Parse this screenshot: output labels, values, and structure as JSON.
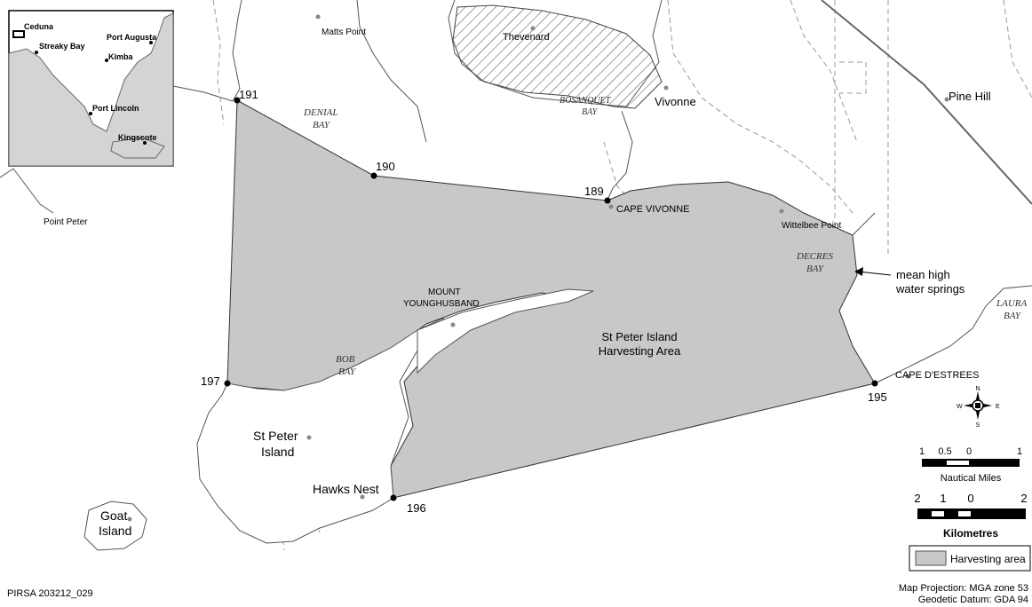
{
  "places": {
    "matts_point": "Matts Point",
    "thevenard": "Thevenard",
    "vivonne": "Vivonne",
    "pine_hill": "Pine Hill",
    "point_peter": "Point Peter",
    "cape_vivonne": "CAPE VIVONNE",
    "wittelbee_point": "Wittelbee Point",
    "mount_younghusband": [
      "MOUNT",
      "YOUNGHUSBAND"
    ],
    "st_peter_island": [
      "St Peter",
      "Island"
    ],
    "hawks_nest": "Hawks Nest",
    "goat_island": [
      "Goat",
      "Island"
    ],
    "cape_destrees": "CAPE D'ESTREES"
  },
  "bays": {
    "denial_bay": [
      "DENIAL",
      "BAY"
    ],
    "bosanquet_bay": [
      "BOSANQUET",
      "BAY"
    ],
    "decres_bay": [
      "DECRES",
      "BAY"
    ],
    "laura_bay": [
      "LAURA",
      "BAY"
    ],
    "bob_bay": [
      "BOB",
      "BAY"
    ]
  },
  "area_label": [
    "St Peter Island",
    "Harvesting Area"
  ],
  "mhws_label": [
    "mean high",
    "water springs"
  ],
  "points": {
    "p191": "191",
    "p190": "190",
    "p189": "189",
    "p195": "195",
    "p196": "196",
    "p197": "197"
  },
  "inset": {
    "ceduna": "Ceduna",
    "streaky_bay": "Streaky Bay",
    "port_augusta": "Port Augusta",
    "kimba": "Kimba",
    "port_lincoln": "Port Lincoln",
    "kingscote": "Kingscote"
  },
  "compass": {
    "n": "N",
    "e": "E",
    "s": "S",
    "w": "W"
  },
  "scale_nautical": {
    "ticks": [
      "1",
      "0.5",
      "0",
      "1"
    ],
    "unit": "Nautical Miles"
  },
  "scale_km": {
    "ticks": [
      "2",
      "1",
      "0",
      "2"
    ],
    "unit": "Kilometres"
  },
  "legend": {
    "harvesting_area": "Harvesting area"
  },
  "footer": {
    "ref": "PIRSA 203212_029",
    "projection": "Map Projection: MGA zone 53",
    "datum": "Geodetic Datum: GDA 94"
  },
  "colors": {
    "harvest_fill": "#c8c8c8",
    "coast": "#555555",
    "road": "#888888",
    "highway": "#666666"
  }
}
